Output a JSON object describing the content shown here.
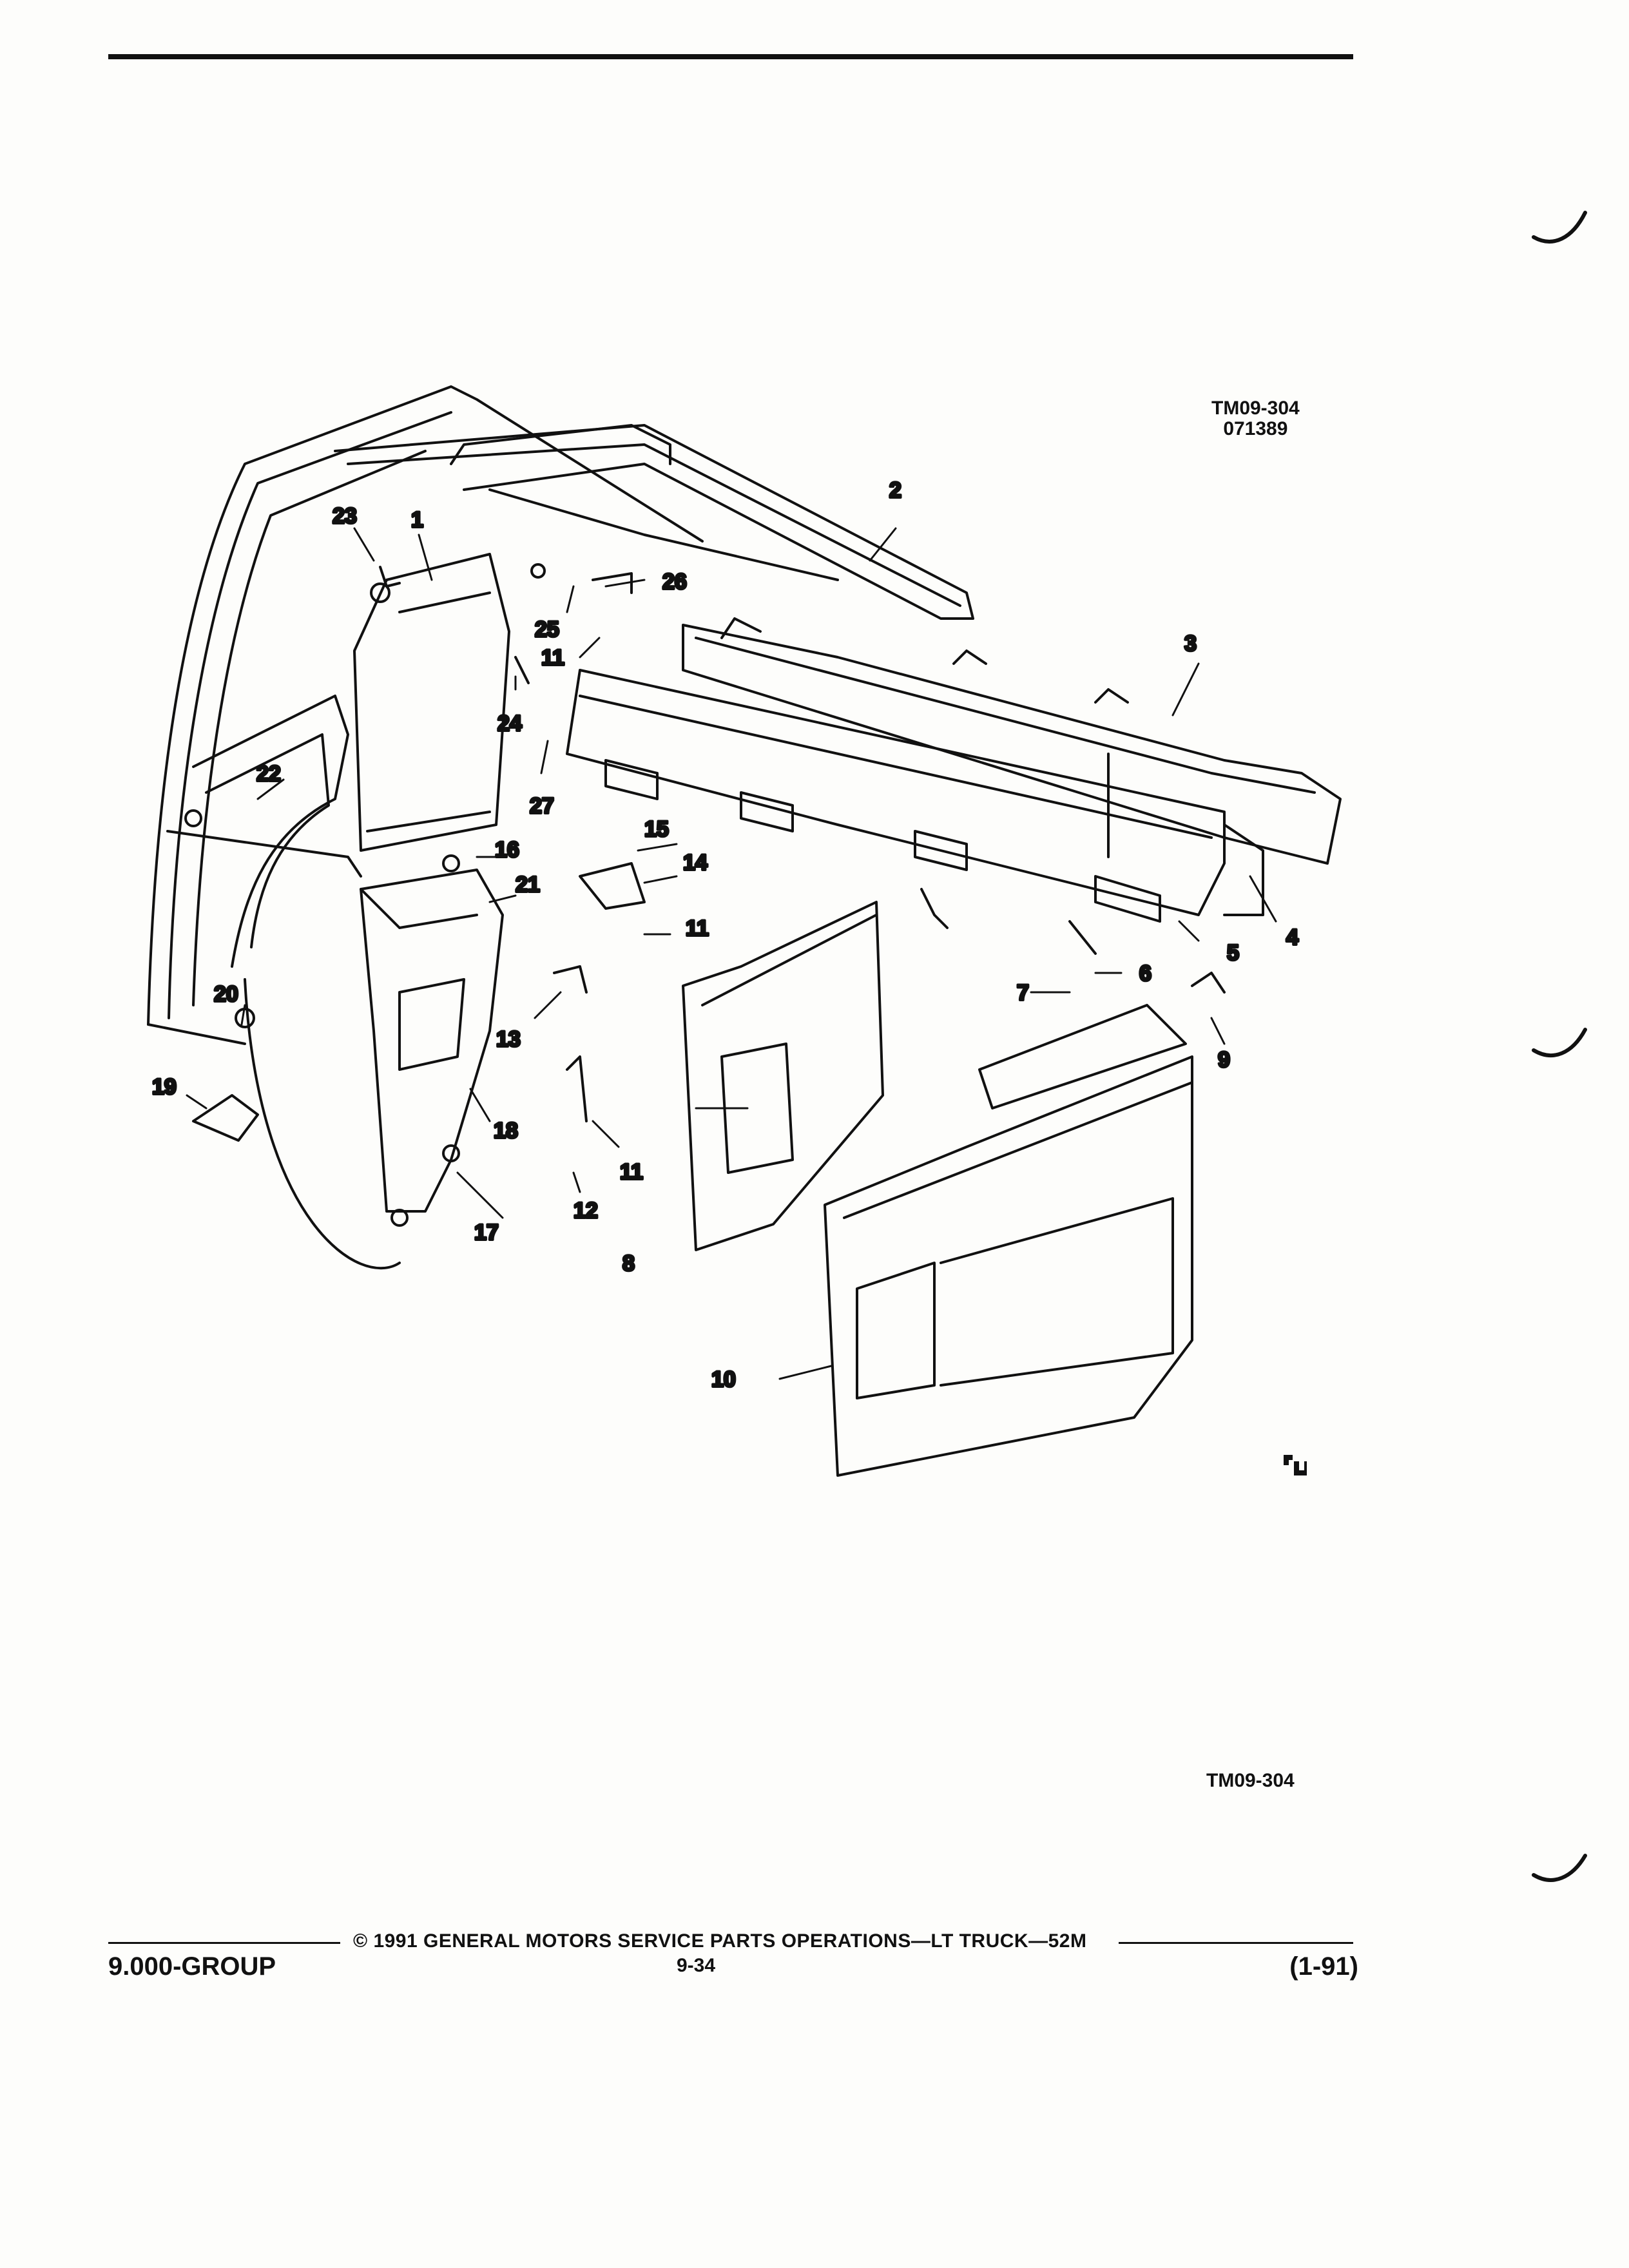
{
  "figure": {
    "id": "TM09-304",
    "code": "071389",
    "bottom_id": "TM09-304"
  },
  "callouts": [
    "1",
    "2",
    "3",
    "4",
    "5",
    "6",
    "7",
    "8",
    "9",
    "10",
    "11",
    "11",
    "11",
    "12",
    "13",
    "14",
    "15",
    "16",
    "17",
    "18",
    "19",
    "20",
    "21",
    "22",
    "23",
    "24",
    "25",
    "26",
    "27"
  ],
  "footer": {
    "copyright": "© 1991  GENERAL MOTORS SERVICE PARTS OPERATIONS—LT TRUCK—52M",
    "group": "9.000-GROUP",
    "page": "9-34",
    "date": "(1-91)"
  },
  "colors": {
    "ink": "#111111",
    "paper": "#fdfdfb"
  }
}
